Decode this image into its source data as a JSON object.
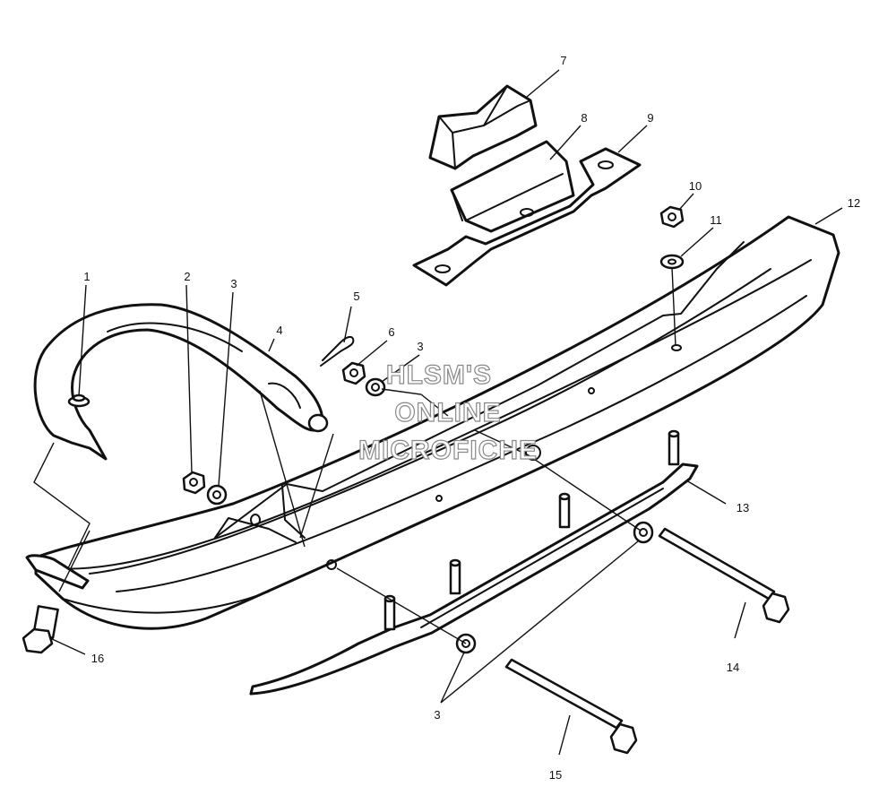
{
  "callouts": [
    {
      "id": "1",
      "label": "1"
    },
    {
      "id": "2",
      "label": "2"
    },
    {
      "id": "3a",
      "label": "3"
    },
    {
      "id": "4",
      "label": "4"
    },
    {
      "id": "5",
      "label": "5"
    },
    {
      "id": "6",
      "label": "6"
    },
    {
      "id": "3b",
      "label": "3"
    },
    {
      "id": "7",
      "label": "7"
    },
    {
      "id": "8",
      "label": "8"
    },
    {
      "id": "9",
      "label": "9"
    },
    {
      "id": "10",
      "label": "10"
    },
    {
      "id": "11",
      "label": "11"
    },
    {
      "id": "12",
      "label": "12"
    },
    {
      "id": "13",
      "label": "13"
    },
    {
      "id": "14",
      "label": "14"
    },
    {
      "id": "15",
      "label": "15"
    },
    {
      "id": "16",
      "label": "16"
    },
    {
      "id": "3c",
      "label": "3"
    }
  ],
  "watermark": {
    "line1": "HLSM'S",
    "line2": "ONLINE",
    "line3": "MICROFICHE"
  },
  "colors": {
    "ink": "#111111",
    "paper": "#ffffff",
    "watermark_outline": "#888888"
  }
}
